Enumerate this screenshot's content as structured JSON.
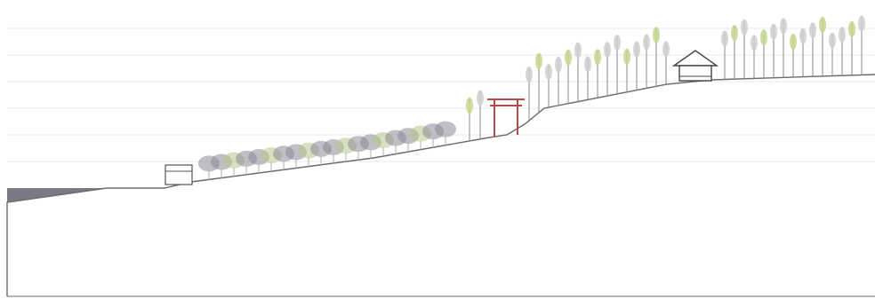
{
  "diagram": {
    "type": "site-section",
    "elements": [
      "guide-lines",
      "ground-profile",
      "water-edge",
      "gatehouse",
      "torii-gate",
      "shrubs",
      "trees",
      "shrine-hall"
    ],
    "colors": {
      "background": "#ffffff",
      "guide_line": "#e9e9e9",
      "ground_line": "#6b6b6b",
      "water": "#7a7a86",
      "torii": "#b44a4a",
      "building": "#555555",
      "shrub_dark": "#8a8a95",
      "shrub_light": "#b7c78a",
      "trunk": "#8a8a8a",
      "canopy_green": "#c7d68e",
      "canopy_grey": "#cfcfcf"
    }
  }
}
